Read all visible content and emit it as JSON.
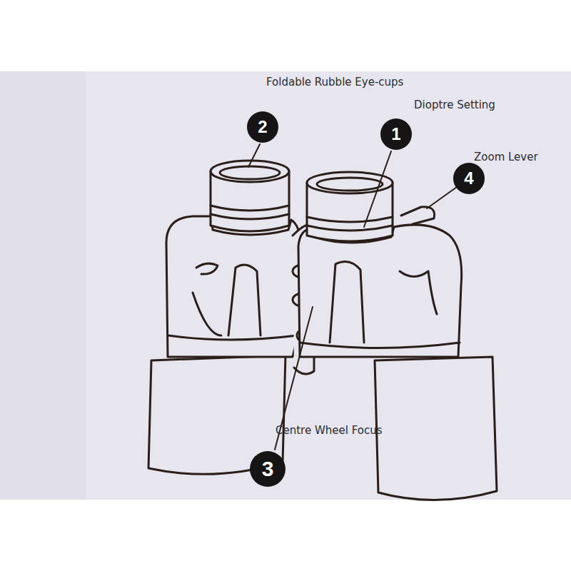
{
  "diagram": {
    "labels": [
      "Foldable Rubble Eye-cups",
      "Dioptre Setting",
      "2",
      "1",
      "Zoom Lever",
      "4",
      "Centre Wheel Focus",
      "3"
    ]
  }
}
